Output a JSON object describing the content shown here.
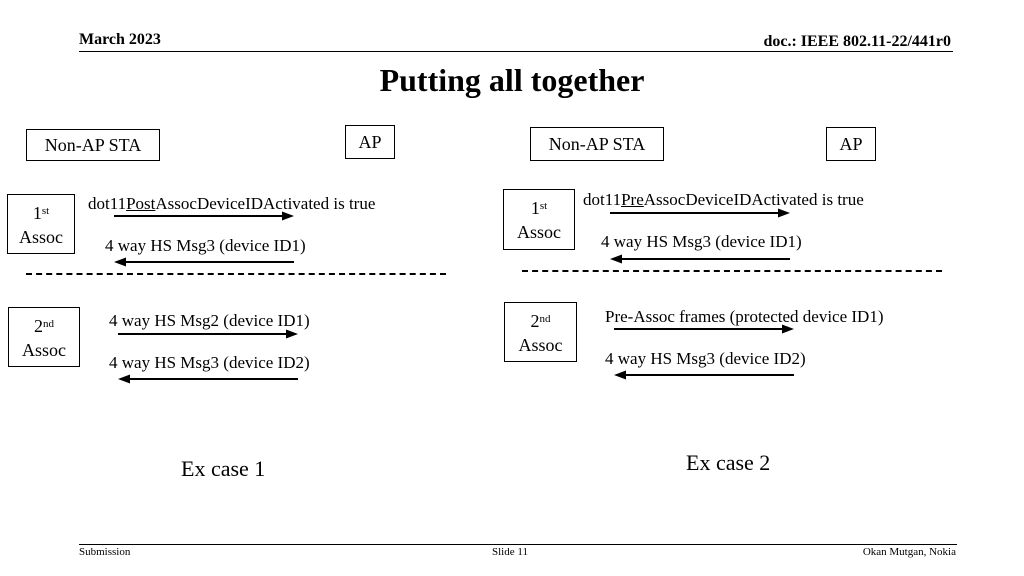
{
  "header": {
    "date": "March 2023",
    "doc_id": "doc.: IEEE 802.11-22/441r0"
  },
  "slide": {
    "title": "Putting all together"
  },
  "case1": {
    "sta_label": "Non-AP STA",
    "ap_label": "AP",
    "assoc1": {
      "ordinal": "1",
      "suffix": "st",
      "word": "Assoc"
    },
    "assoc2": {
      "ordinal": "2",
      "suffix": "nd",
      "word": "Assoc"
    },
    "mib_prefix": "dot11",
    "mib_underlined": "Post",
    "mib_suffix": "AssocDeviceIDActivated is true",
    "msg_a": "4 way HS Msg3 (device ID1)",
    "msg_b": "4 way HS Msg2 (device ID1)",
    "msg_c": "4 way HS Msg3 (device ID2)",
    "caption": "Ex case 1"
  },
  "case2": {
    "sta_label": "Non-AP STA",
    "ap_label": "AP",
    "assoc1": {
      "ordinal": "1",
      "suffix": "st",
      "word": "Assoc"
    },
    "assoc2": {
      "ordinal": "2",
      "suffix": "nd",
      "word": "Assoc"
    },
    "mib_prefix": "dot11",
    "mib_underlined": "Pre",
    "mib_suffix": "AssocDeviceIDActivated is true",
    "msg_a": "4 way HS Msg3 (device ID1)",
    "msg_b": "Pre-Assoc frames (protected device ID1)",
    "msg_c": "4 way HS Msg3 (device ID2)",
    "caption": "Ex case 2"
  },
  "footer": {
    "left": "Submission",
    "center": "Slide 11",
    "right": "Okan Mutgan, Nokia"
  }
}
